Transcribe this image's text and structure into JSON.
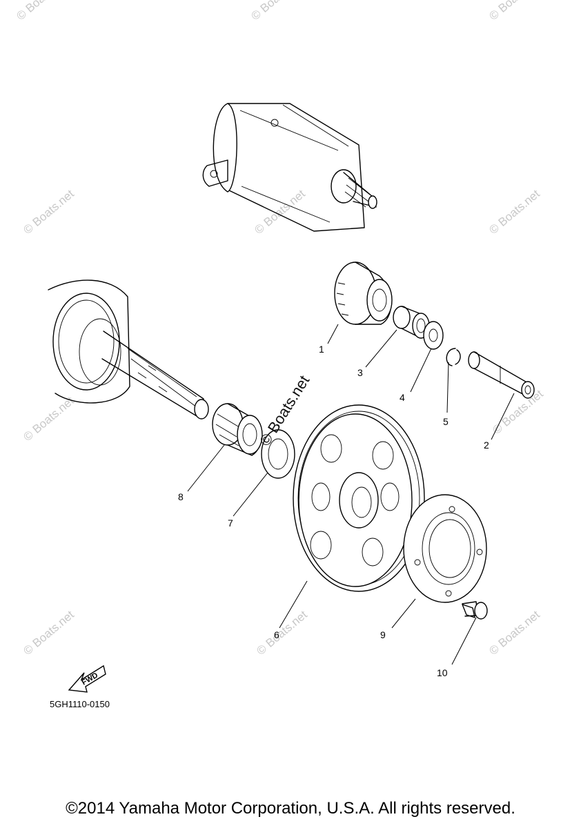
{
  "watermark": "© Boats.net",
  "center_watermark": "© Boats.net",
  "callouts": [
    {
      "id": "1",
      "label": "1"
    },
    {
      "id": "2",
      "label": "2"
    },
    {
      "id": "3",
      "label": "3"
    },
    {
      "id": "4",
      "label": "4"
    },
    {
      "id": "5",
      "label": "5"
    },
    {
      "id": "6",
      "label": "6"
    },
    {
      "id": "7",
      "label": "7"
    },
    {
      "id": "8",
      "label": "8"
    },
    {
      "id": "9",
      "label": "9"
    },
    {
      "id": "10",
      "label": "10"
    }
  ],
  "fwd_label": "FWD",
  "diagram_code": "5GH1110-0150",
  "copyright": "©2014 Yamaha Motor Corporation, U.S.A. All rights reserved.",
  "colors": {
    "line": "#000000",
    "watermark": "#c8c8c8",
    "background": "#ffffff"
  }
}
